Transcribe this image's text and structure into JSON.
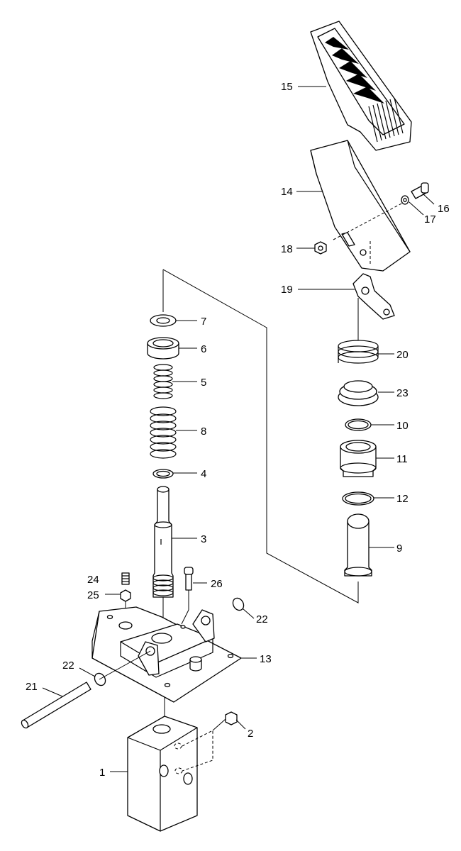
{
  "callouts": {
    "p1": "1",
    "p2": "2",
    "p3": "3",
    "p4": "4",
    "p5": "5",
    "p6": "6",
    "p7": "7",
    "p8": "8",
    "p9": "9",
    "p10": "10",
    "p11": "11",
    "p12": "12",
    "p13": "13",
    "p14": "14",
    "p15": "15",
    "p16": "16",
    "p17": "17",
    "p18": "18",
    "p19": "19",
    "p20": "20",
    "p21": "21",
    "p22a": "22",
    "p22b": "22",
    "p23": "23",
    "p24": "24",
    "p25": "25",
    "p26": "26"
  },
  "colors": {
    "ink": "#000000",
    "paper": "#ffffff"
  }
}
